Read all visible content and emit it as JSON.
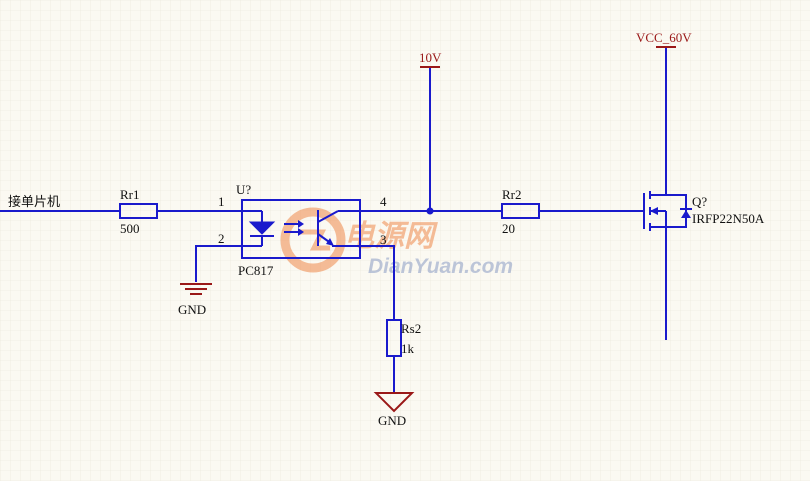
{
  "colors": {
    "background": "#fbf9f2",
    "grid": "#e6e2d6",
    "wire": "#1a1acc",
    "power": "#9a1818",
    "label": "#111111",
    "watermark_orange": "#f08a4b",
    "watermark_blue": "#8a9bc4"
  },
  "input_label": "接单片机",
  "components": {
    "rr1": {
      "ref": "Rr1",
      "value": "500"
    },
    "rr2": {
      "ref": "Rr2",
      "value": "20"
    },
    "rs2": {
      "ref": "Rs2",
      "value": "1k"
    },
    "optocoupler": {
      "ref": "U?",
      "part": "PC817",
      "pins": {
        "p1": "1",
        "p2": "2",
        "p3": "3",
        "p4": "4"
      }
    },
    "mosfet": {
      "ref": "Q?",
      "part": "IRFP22N50A"
    }
  },
  "power": {
    "v10": "10V",
    "vcc": "VCC_60V",
    "gnd_left": "GND",
    "gnd_bottom": "GND"
  },
  "watermark": {
    "cn": "电源网",
    "en": "DianYuan.com"
  }
}
